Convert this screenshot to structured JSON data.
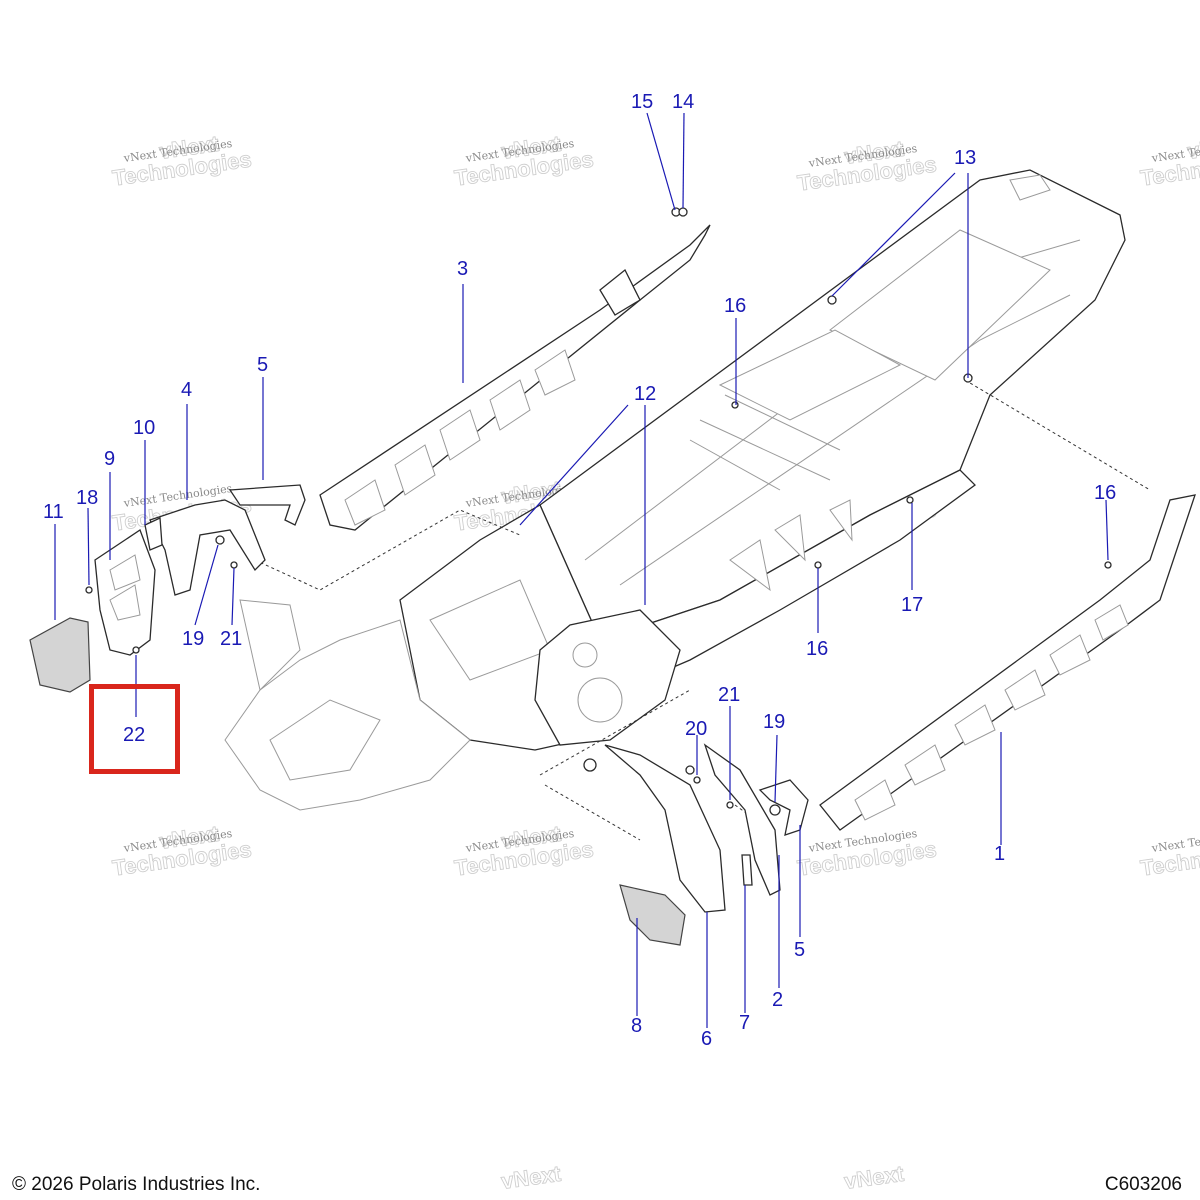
{
  "footer": {
    "copyright": "© 2026 Polaris Industries Inc.",
    "diagram_code": "C603206"
  },
  "watermark": {
    "text_line1": "vNext Technologies",
    "text_line2": "vNext",
    "text_line3": "Technologies"
  },
  "highlight": {
    "part_number": "22",
    "color": "#d9261c"
  },
  "callouts": [
    "1",
    "2",
    "3",
    "4",
    "5",
    "5",
    "6",
    "7",
    "8",
    "9",
    "10",
    "11",
    "12",
    "13",
    "14",
    "15",
    "16",
    "16",
    "16",
    "17",
    "18",
    "19",
    "19",
    "20",
    "21",
    "21",
    "22"
  ],
  "colors": {
    "callout": "#1a1ab4",
    "highlight": "#d9261c"
  }
}
